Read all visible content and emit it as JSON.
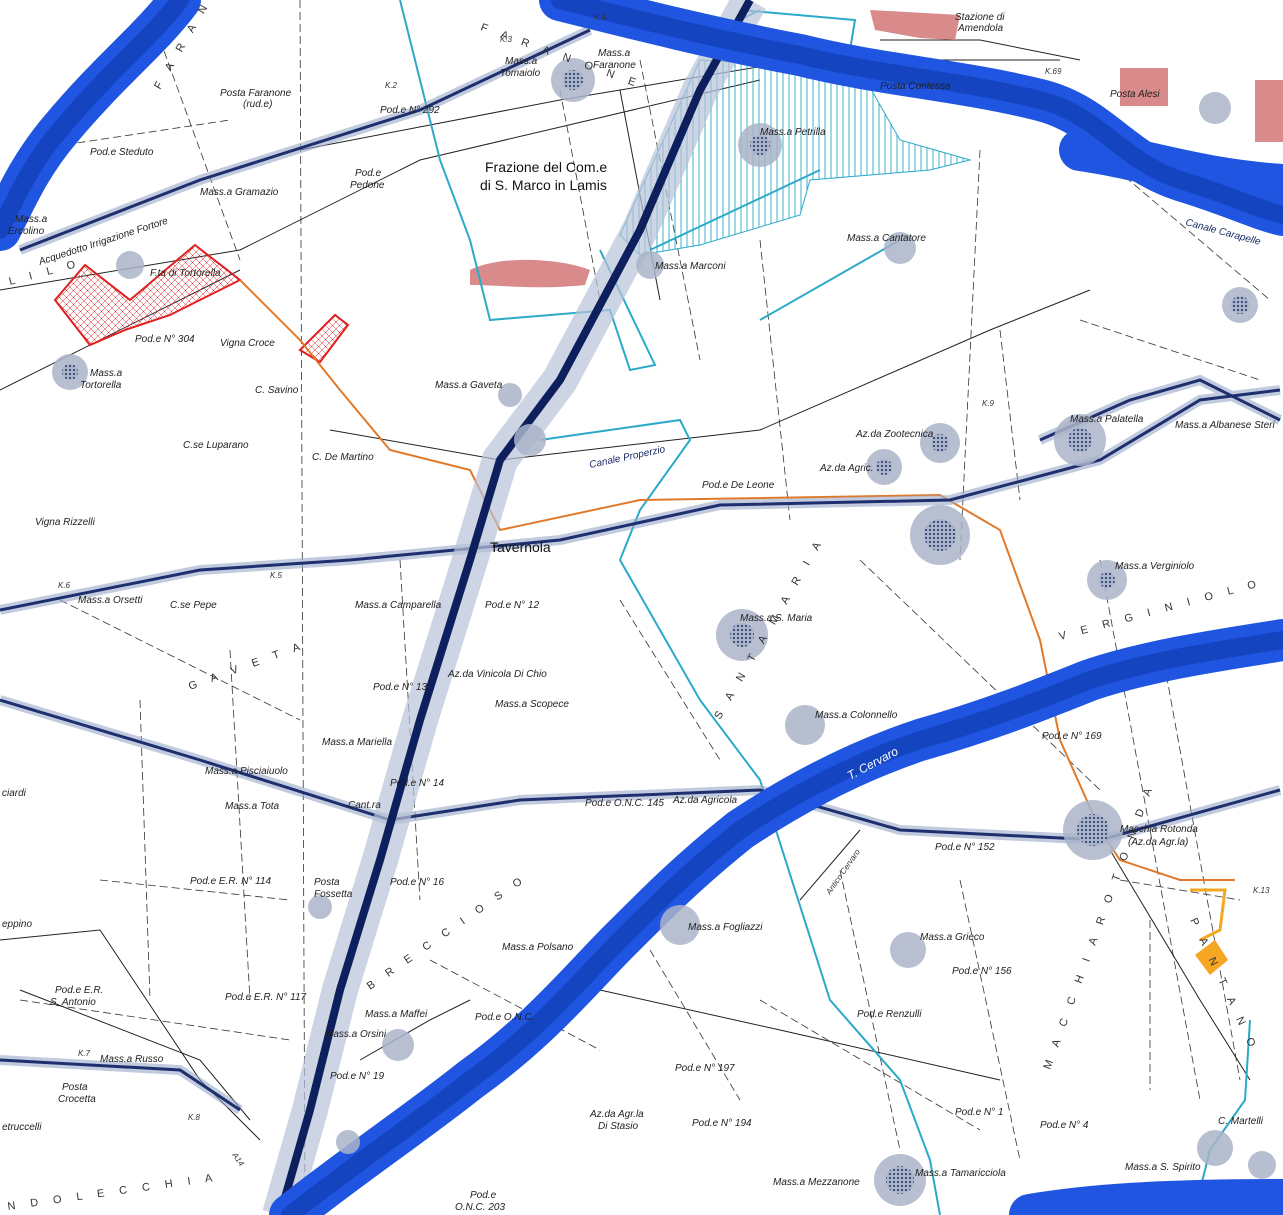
{
  "map": {
    "colors": {
      "paper": "#ffffff",
      "river_buffer": "#1f55e0",
      "river_buffer_dark": "#1240b8",
      "canal": "#1d2f6e",
      "canal_buffer": "#9aa8c8",
      "motorway": "#0d1f5c",
      "motorway_buffer": "#b8c2d8",
      "municipal_boundary": "#2aa9c8",
      "pipeline": "#e07a2a",
      "project_area": "#e02020",
      "pink_zone": "#d98a8a",
      "farm_buffer": "#aab4c8",
      "orange_area": "#f5a623",
      "base_lines": "#222222"
    },
    "labels": {
      "frazione_line1": "Frazione del Com.e",
      "frazione_line2": "di S. Marco in Lamis",
      "tavernola": "Tavernola",
      "cervaro": "T. Cervaro",
      "canale_properzio": "Canale Properzio",
      "canale_carapelle": "Canale Carapelle",
      "stazione_line1": "Stazione di",
      "stazione_line2": "Amendola",
      "posta_faranone_line1": "Posta Faranone",
      "posta_faranone_line2": "(rud.e)",
      "pod_steduto": "Pod.e Steduto",
      "mass_gramazio": "Mass.a Gramazio",
      "mass_ercolino_line1": "Mass.a",
      "mass_ercolino_line2": "Ercolino",
      "acquedotto": "Acquedotto Irrigazione Fortore",
      "f_tortorella": "F.ta di Tortorella",
      "pod_304": "Pod.e N° 304",
      "vigna_croce": "Vigna Croce",
      "mass_tortorella_line1": "Mass.a",
      "mass_tortorella_line2": "Tortorella",
      "c_savino": "C. Savino",
      "c_luparano": "C.se Luparano",
      "c_de_martino": "C. De Martino",
      "vigna_rizzelli": "Vigna Rizzelli",
      "mass_orsetti": "Mass.a Orsetti",
      "c_pepe": "C.se Pepe",
      "mass_pisciaiuolo": "Mass.a Pisciaiuolo",
      "mass_tota": "Mass.a Tota",
      "mass_mariella": "Mass.a Mariella",
      "pod_er_114": "Pod.e E.R. N° 114",
      "pod_er_117": "Pod.e E.R. N° 117",
      "pod_er_santonio_line1": "Pod.e E.R.",
      "pod_er_santonio_line2": "S. Antonio",
      "mass_russo": "Mass.a Russo",
      "posta_crocetta_line1": "Posta",
      "posta_crocetta_line2": "Crocetta",
      "posta_fossetta_line1": "Posta",
      "posta_fossetta_line2": "Fossetta",
      "mass_maffei": "Mass.a Maffei",
      "mass_orsini": "Mass.a Orsini",
      "pod_19": "Pod.e N° 19",
      "pod_16": "Pod.e N° 16",
      "pod_14": "Pod.e N° 14",
      "pod_13": "Pod.e N° 13",
      "pod_12": "Pod.e N° 12",
      "mass_camparella": "Mass.a Camparella",
      "az_vinicola": "Az.da Vinicola Di Chio",
      "mass_scopece": "Mass.a Scopece",
      "mass_gaveta": "Mass.a Gaveta",
      "mass_marconi": "Mass.a Marconi",
      "mass_petrilla": "Mass.a Petrilla",
      "mass_tomaiolo_line1": "Mass.a",
      "mass_tomaiolo_line2": "Tomaiolo",
      "mass_faranone_line1": "Mass.a",
      "mass_faranone_line2": "Faranone",
      "pod_292": "Pod.e N° 292",
      "pod_pedone_line1": "Pod.e",
      "pod_pedone_line2": "Pedone",
      "posta_contessa": "Posta Contessa",
      "posta_alesi": "Posta Alesi",
      "mass_cantatore": "Mass.a Cantatore",
      "pod_de_leone": "Pod.e De Leone",
      "az_zootecnica": "Az.da Zootecnica",
      "az_agric_1": "Az.da Agric.",
      "mass_palatella": "Mass.a Palatella",
      "mass_albanese": "Mass.a Albanese Steri",
      "mass_verginiolo": "Mass.a Verginiolo",
      "mass_s_maria": "Mass.a S. Maria",
      "mass_colonnello": "Mass.a Colonnello",
      "pod_169": "Pod.e N° 169",
      "pod_onc_145": "Pod.e O.N.C. 145",
      "az_agricola": "Az.da Agricola",
      "macchia_rotonda_line1": "Macchia Rotonda",
      "macchia_rotonda_line2": "(Az.da Agr.la)",
      "pod_152": "Pod.e N° 152",
      "mass_fogliazzi": "Mass.a Fogliazzi",
      "mass_polsano": "Mass.a Polsano",
      "pod_onc": "Pod.e O.N.C.",
      "mass_grieco": "Mass.a Grieco",
      "pod_156": "Pod.e N° 156",
      "pod_renzulli": "Pod.e Renzulli",
      "pod_197": "Pod.e N° 197",
      "pod_194": "Pod.e N° 194",
      "az_agr_stasio_line1": "Az.da Agr.la",
      "az_agr_stasio_line2": "Di Stasio",
      "pod_1": "Pod.e N° 1",
      "pod_4": "Pod.e N° 4",
      "c_martelli": "C. Martelli",
      "mass_s_spirito": "Mass.a S. Spirito",
      "mass_tamariccio": "Mass.a Tamaricciola",
      "mass_mezzanone": "Mass.a Mezzanone",
      "pod_onc_203_line1": "Pod.e",
      "pod_onc_203_line2": "O.N.C. 203",
      "antico_cervaro": "Antico Cervaro",
      "ciardi": "ciardi",
      "eppino": "eppino",
      "petruccelli": "etruccelli",
      "cant": "Cant.ra",
      "a14": "A14",
      "k2": "K.2",
      "k3": "K.3",
      "k4": "K.4",
      "k5": "K.5",
      "k6": "K.6",
      "k7": "K.7",
      "k8": "K.8",
      "k9": "K.9",
      "k13": "K.13",
      "k69": "K.69",
      "faranone_region": "F A R A N O N E",
      "gaveta_region": "G A V E T A",
      "santa_maria_region": "S A N T A  M A R I A",
      "verginiolo_region": "V E R G I N I O L O",
      "macchia_rotonda_region": "M A C C H I A  R O T O N D A",
      "brecciosi_region": "B R E C C I O S O",
      "olecchia_region": "N D O L E C C H I A",
      "pantano_region": "P A N T A N O",
      "lilo_region": "L I L O",
      "farano_n_region": "F A R A N O N",
      "e69": "K.69"
    }
  }
}
